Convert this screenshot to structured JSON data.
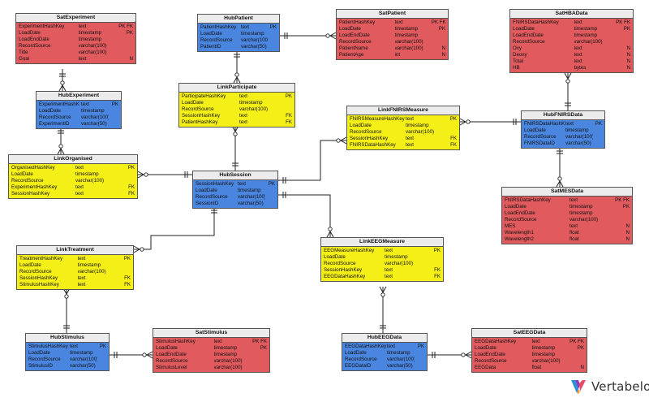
{
  "tables": [
    {
      "id": "SatExperiment",
      "kind": "sat",
      "title": "SatExperiment",
      "rows": [
        [
          "ExperimentHashKey",
          "text",
          "PK FK"
        ],
        [
          "LoadDate",
          "timestamp",
          "PK"
        ],
        [
          "LoadEndDate",
          "timestamp",
          ""
        ],
        [
          "RecordSource",
          "varchar(100)",
          ""
        ],
        [
          "Title",
          "varchar(100)",
          ""
        ],
        [
          "Goal",
          "text",
          "N"
        ]
      ]
    },
    {
      "id": "HubPatient",
      "kind": "hub",
      "title": "HubPatient",
      "rows": [
        [
          "PatientHashKey",
          "text",
          "PK"
        ],
        [
          "LoadDate",
          "timestamp",
          ""
        ],
        [
          "RecordSource",
          "varchar(100)",
          ""
        ],
        [
          "PatientID",
          "varchar(50)",
          ""
        ]
      ]
    },
    {
      "id": "SatPatient",
      "kind": "sat",
      "title": "SatPatient",
      "rows": [
        [
          "PatientHashKey",
          "text",
          "PK FK"
        ],
        [
          "LoadDate",
          "timestamp",
          "PK"
        ],
        [
          "LoadEndDate",
          "timestamp",
          ""
        ],
        [
          "RecordSource",
          "varchar(100)",
          ""
        ],
        [
          "PatientName",
          "varchar(100)",
          "N"
        ],
        [
          "PatientAge",
          "int",
          "N"
        ]
      ]
    },
    {
      "id": "SatHBAData",
      "kind": "sat",
      "title": "SatHBAData",
      "rows": [
        [
          "FNIRSDataHashKey",
          "text",
          "PK FK"
        ],
        [
          "LoadDate",
          "timestamp",
          "PK"
        ],
        [
          "LoadEndDate",
          "timestamp",
          ""
        ],
        [
          "RecordSource",
          "varchar(100)",
          ""
        ],
        [
          "Oxy",
          "text",
          "N"
        ],
        [
          "Deoxy",
          "text",
          "N"
        ],
        [
          "Total",
          "text",
          "N"
        ],
        [
          "HB",
          "bytes",
          "N"
        ]
      ]
    },
    {
      "id": "HubExperiment",
      "kind": "hub",
      "title": "HubExperiment",
      "rows": [
        [
          "ExperimentHashK",
          "text",
          "PK"
        ],
        [
          "LoadDate",
          "timestamp",
          ""
        ],
        [
          "RecordSource",
          "varchar(100)",
          ""
        ],
        [
          "ExperimentID",
          "varchar(50)",
          ""
        ]
      ]
    },
    {
      "id": "LinkParticipate",
      "kind": "link",
      "title": "LinkParticipate",
      "rows": [
        [
          "ParticipateHashKey",
          "text",
          "PK"
        ],
        [
          "LoadDate",
          "timestamp",
          ""
        ],
        [
          "RecordSource",
          "varchar(100)",
          ""
        ],
        [
          "SessionHashKey",
          "text",
          "FK"
        ],
        [
          "PatientHashKey",
          "text",
          "FK"
        ]
      ]
    },
    {
      "id": "LinkFNIRSMeasure",
      "kind": "link",
      "title": "LinkFNIRSMeasure",
      "rows": [
        [
          "FNIRSMeasureHashKey",
          "text",
          "PK"
        ],
        [
          "LoadDate",
          "timestamp",
          ""
        ],
        [
          "RecordSource",
          "varchar(100)",
          ""
        ],
        [
          "SessionHashKey",
          "text",
          "FK"
        ],
        [
          "FNIRSDataHashKey",
          "text",
          "FK"
        ]
      ]
    },
    {
      "id": "HubFNIRSData",
      "kind": "hub",
      "title": "HubFNIRSData",
      "rows": [
        [
          "FNIRSDataHashK",
          "text",
          "PK"
        ],
        [
          "LoadDate",
          "timestamp",
          ""
        ],
        [
          "RecordSource",
          "varchar(100)",
          ""
        ],
        [
          "FNIRSDataID",
          "varchar(50)",
          ""
        ]
      ]
    },
    {
      "id": "LinkOrganised",
      "kind": "link",
      "title": "LinkOrganised",
      "rows": [
        [
          "OrganisedHashKey",
          "text",
          "PK"
        ],
        [
          "LoadDate",
          "timestamp",
          ""
        ],
        [
          "RecordSource",
          "varchar(100)",
          ""
        ],
        [
          "ExperimentHashKey",
          "text",
          "FK"
        ],
        [
          "SessionHashKey",
          "text",
          "FK"
        ]
      ]
    },
    {
      "id": "HubSession",
      "kind": "hub",
      "title": "HubSession",
      "rows": [
        [
          "SessionHashKey",
          "text",
          "PK"
        ],
        [
          "LoadDate",
          "timestamp",
          ""
        ],
        [
          "RecordSource",
          "varchar(100)",
          ""
        ],
        [
          "SessionID",
          "varchar(50)",
          ""
        ]
      ]
    },
    {
      "id": "SatMESData",
      "kind": "sat",
      "title": "SatMESData",
      "rows": [
        [
          "FNIRSDataHashKey",
          "text",
          "PK FK"
        ],
        [
          "LoadDate",
          "timestamp",
          "PK"
        ],
        [
          "LoadEndDate",
          "timestamp",
          ""
        ],
        [
          "RecordSource",
          "varchar(100)",
          ""
        ],
        [
          "MES",
          "text",
          "N"
        ],
        [
          "Wavelength1",
          "float",
          "N"
        ],
        [
          "Wavelength2",
          "float",
          "N"
        ]
      ]
    },
    {
      "id": "LinkTreatment",
      "kind": "link",
      "title": "LinkTreatment",
      "rows": [
        [
          "TreatmentHashKey",
          "text",
          "PK"
        ],
        [
          "LoadDate",
          "timestamp",
          ""
        ],
        [
          "RecordSource",
          "varchar(100)",
          ""
        ],
        [
          "SessionHashKey",
          "text",
          "FK"
        ],
        [
          "StimulusHashKey",
          "text",
          "FK"
        ]
      ]
    },
    {
      "id": "LinkEEGMeasure",
      "kind": "link",
      "title": "LinkEEGMeasure",
      "rows": [
        [
          "EEGMeasureHashKey",
          "text",
          "PK"
        ],
        [
          "LoadDate",
          "timestamp",
          ""
        ],
        [
          "RecordSource",
          "varchar(100)",
          ""
        ],
        [
          "SessionHashKey",
          "text",
          "FK"
        ],
        [
          "EEGDataHashKey",
          "text",
          "FK"
        ]
      ]
    },
    {
      "id": "HubStimulus",
      "kind": "hub",
      "title": "HubStimulus",
      "rows": [
        [
          "StimulusHashKey",
          "text",
          "PK"
        ],
        [
          "LoadDate",
          "timestamp",
          ""
        ],
        [
          "RecordSource",
          "varchar(100)",
          ""
        ],
        [
          "StimulusID",
          "varchar(50)",
          ""
        ]
      ]
    },
    {
      "id": "SatStimulus",
      "kind": "sat",
      "title": "SatStimulus",
      "rows": [
        [
          "StimulusHashKey",
          "text",
          "PK FK"
        ],
        [
          "LoadDate",
          "timestamp",
          "PK"
        ],
        [
          "LoadEndDate",
          "timestamp",
          ""
        ],
        [
          "RecordSource",
          "varchar(100)",
          ""
        ],
        [
          "StimulusLevel",
          "varchar(100)",
          ""
        ]
      ]
    },
    {
      "id": "HubEEGData",
      "kind": "hub",
      "title": "HubEEGData",
      "rows": [
        [
          "EEGDataHashKey",
          "text",
          "PK"
        ],
        [
          "LoadDate",
          "timestamp",
          ""
        ],
        [
          "RecordSource",
          "varchar(100)",
          ""
        ],
        [
          "EEGDataID",
          "varchar(50)",
          ""
        ]
      ]
    },
    {
      "id": "SatEEGData",
      "kind": "sat",
      "title": "SatEEGData",
      "rows": [
        [
          "EEGDataHashKey",
          "text",
          "PK FK"
        ],
        [
          "LoadDate",
          "timestamp",
          "PK"
        ],
        [
          "LoadEndDate",
          "timestamp",
          ""
        ],
        [
          "RecordSource",
          "varchar(100)",
          ""
        ],
        [
          "EEGData",
          "float",
          "N"
        ]
      ]
    }
  ],
  "relationships": [
    {
      "from": "SatExperiment",
      "to": "HubExperiment"
    },
    {
      "from": "HubPatient",
      "to": "SatPatient"
    },
    {
      "from": "HubPatient",
      "to": "LinkParticipate"
    },
    {
      "from": "HubExperiment",
      "to": "LinkOrganised"
    },
    {
      "from": "LinkParticipate",
      "to": "HubSession"
    },
    {
      "from": "LinkOrganised",
      "to": "HubSession"
    },
    {
      "from": "HubSession",
      "to": "LinkFNIRSMeasure"
    },
    {
      "from": "LinkFNIRSMeasure",
      "to": "HubFNIRSData"
    },
    {
      "from": "SatHBAData",
      "to": "HubFNIRSData"
    },
    {
      "from": "HubFNIRSData",
      "to": "SatMESData"
    },
    {
      "from": "HubSession",
      "to": "LinkTreatment"
    },
    {
      "from": "HubSession",
      "to": "LinkEEGMeasure"
    },
    {
      "from": "LinkTreatment",
      "to": "HubStimulus"
    },
    {
      "from": "HubStimulus",
      "to": "SatStimulus"
    },
    {
      "from": "LinkEEGMeasure",
      "to": "HubEEGData"
    },
    {
      "from": "HubEEGData",
      "to": "SatEEGData"
    }
  ],
  "logo": {
    "text": "Vertabelo",
    "colors": [
      "#2b8fd6",
      "#8c3fb0",
      "#e84e6a",
      "#f7a239"
    ]
  }
}
